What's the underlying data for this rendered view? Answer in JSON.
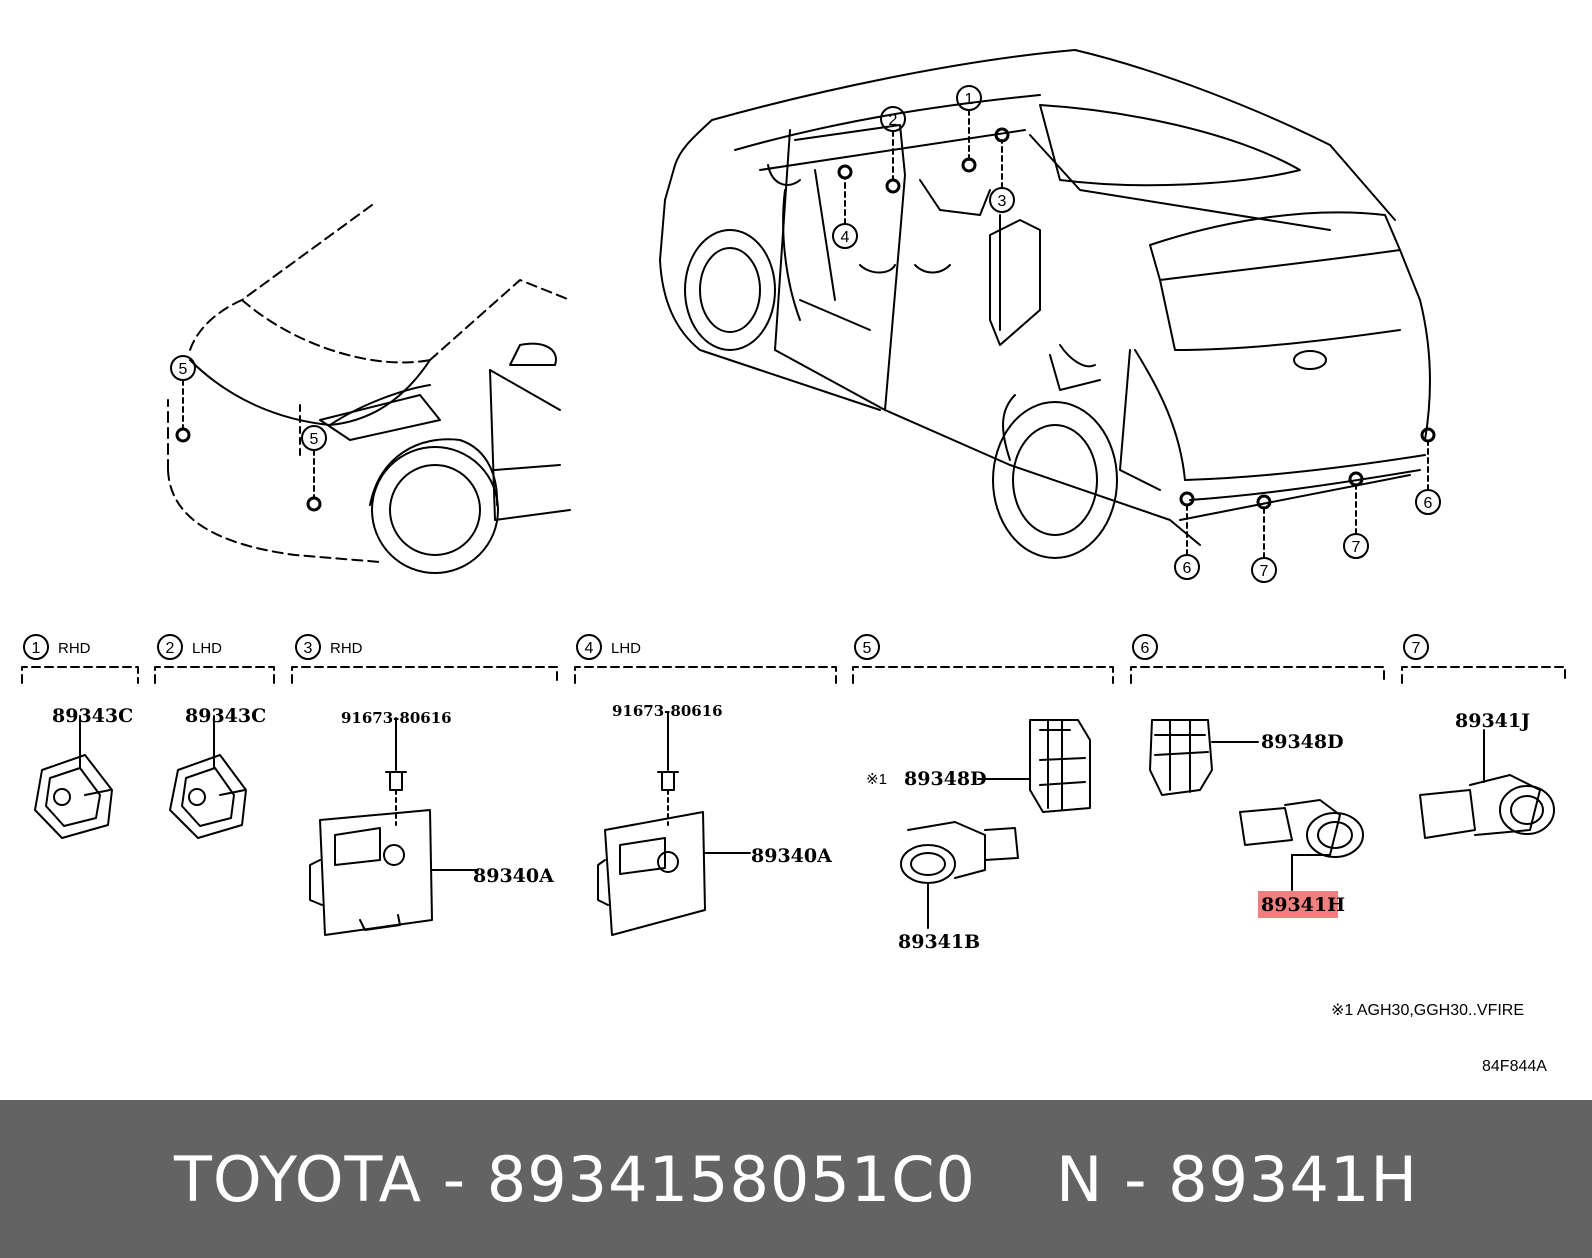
{
  "callouts": {
    "c1": "1",
    "c2": "2",
    "c3": "3",
    "c4": "4",
    "c5": "5",
    "c6": "6",
    "c7": "7"
  },
  "sections": [
    {
      "num": "1",
      "qualifier": "RHD"
    },
    {
      "num": "2",
      "qualifier": "LHD"
    },
    {
      "num": "3",
      "qualifier": "RHD"
    },
    {
      "num": "4",
      "qualifier": "LHD"
    },
    {
      "num": "5",
      "qualifier": ""
    },
    {
      "num": "6",
      "qualifier": ""
    },
    {
      "num": "7",
      "qualifier": ""
    }
  ],
  "parts": {
    "s1_part": "89343C",
    "s2_part": "89343C",
    "s3_bolt": "91673-80616",
    "s3_ecu": "89340A",
    "s4_bolt": "91673-80616",
    "s4_ecu": "89340A",
    "s5_retainer": "89348D",
    "s5_retainer_mark": "※1",
    "s5_sensor": "89341B",
    "s6_retainer": "89348D",
    "s6_sensor": "89341H",
    "s7_sensor": "89341J"
  },
  "highlight_color": "#f08080",
  "footnote": "※1  AGH30,GGH30..VFIRE",
  "diagram_code": "84F844A",
  "footer": {
    "brand_part": "TOYOTA - 8934158051C0",
    "catalog_part": "N - 89341H",
    "background": "#636363"
  }
}
